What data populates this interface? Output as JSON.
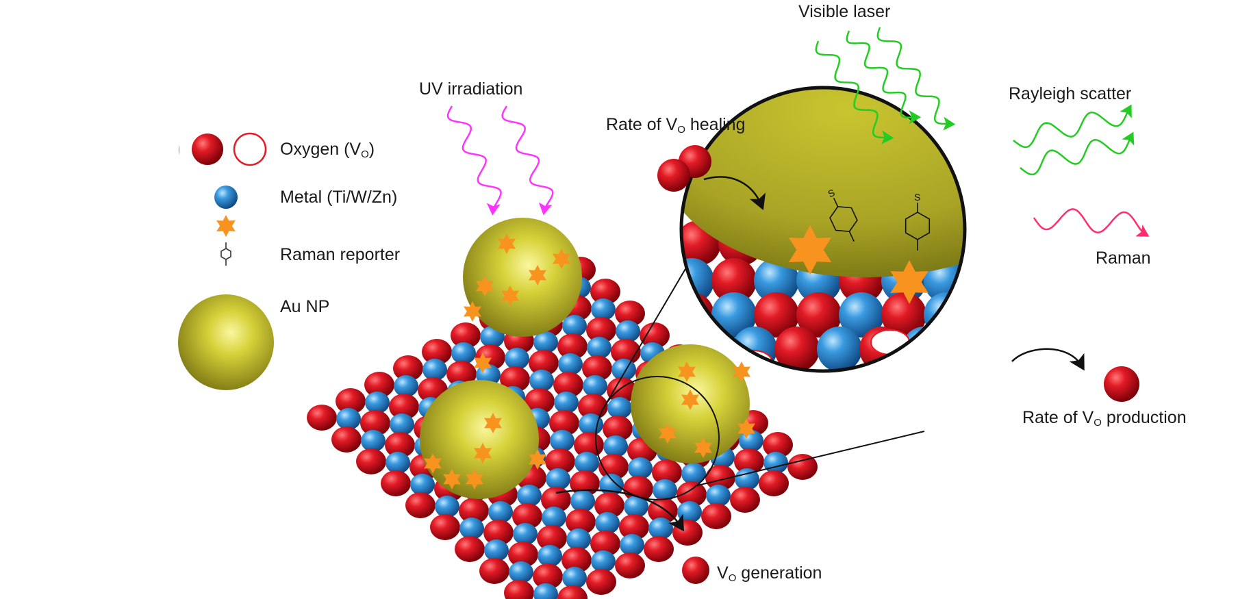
{
  "legend": {
    "oxygen": {
      "label": "Oxygen (V",
      "sub": "O",
      "close": ")"
    },
    "metal": {
      "label": "Metal (Ti/W/Zn)"
    },
    "raman_reporter": {
      "label": "Raman reporter"
    },
    "au_np": {
      "label": "Au NP"
    }
  },
  "labels": {
    "uv_irradiation": "UV irradiation",
    "visible_laser": "Visible laser",
    "rayleigh_scatter": "Rayleigh scatter",
    "raman": "Raman",
    "healing": {
      "prefix": "Rate of V",
      "sub": "O",
      "suffix": " healing"
    },
    "production": {
      "prefix": "Rate of V",
      "sub": "O",
      "suffix": " production"
    },
    "generation": {
      "prefix": "V",
      "sub": "O",
      "suffix": " generation"
    },
    "thiol_atom": "S"
  },
  "colors": {
    "oxygen": "#c8101e",
    "metal": "#2f8fd0",
    "gold": "#c2bd2c",
    "star": "#f7931e",
    "uv": "#ff33ff",
    "laser": "#22cc22",
    "raman": "#ff2d6e",
    "outline": "#111111"
  }
}
